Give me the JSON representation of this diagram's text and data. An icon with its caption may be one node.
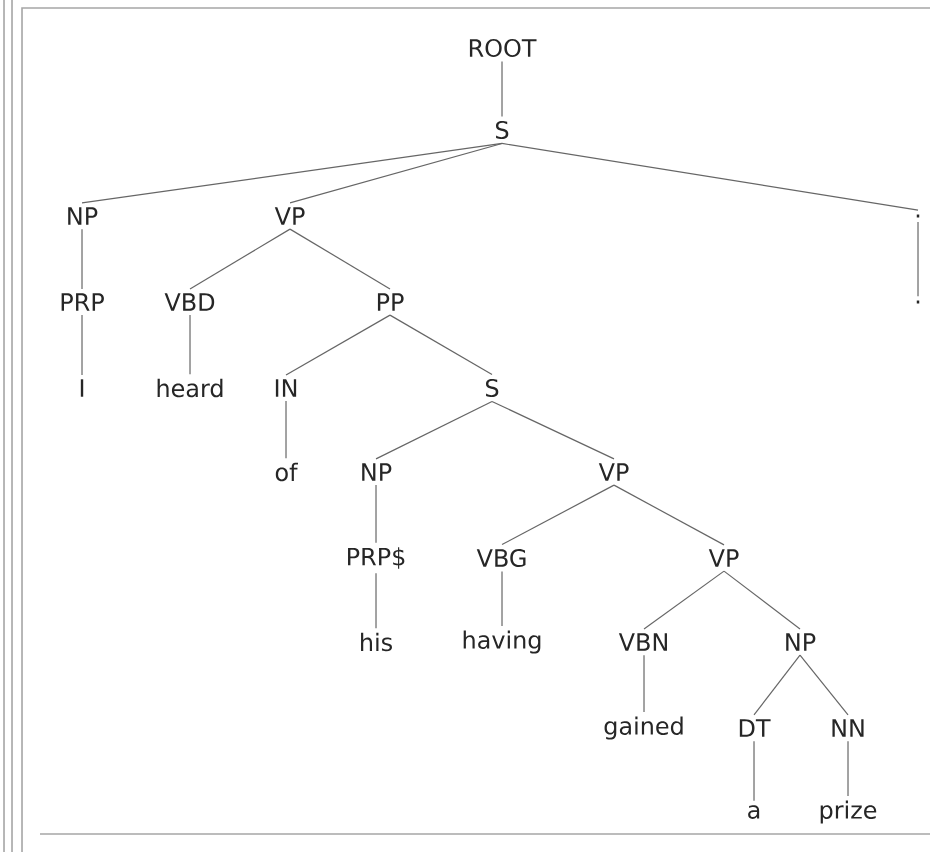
{
  "diagram": {
    "nodes": [
      {
        "text": [
          "ROOT"
        ]
      },
      {
        "text": [
          "S"
        ]
      },
      {
        "text": [
          "NP"
        ]
      },
      {
        "text": [
          "VP"
        ]
      },
      {
        "text": [
          "."
        ]
      },
      {
        "text": [
          "PRP"
        ]
      },
      {
        "text": [
          "VBD"
        ]
      },
      {
        "text": [
          "PP"
        ]
      },
      {
        "text": [
          "."
        ]
      },
      {
        "text": [
          "I"
        ]
      },
      {
        "text": [
          "heard"
        ]
      },
      {
        "text": [
          "IN"
        ]
      },
      {
        "text": [
          "S"
        ]
      },
      {
        "text": [
          "of"
        ]
      },
      {
        "text": [
          "NP"
        ]
      },
      {
        "text": [
          "VP"
        ]
      },
      {
        "text": [
          "PRP$"
        ]
      },
      {
        "text": [
          "VBG"
        ]
      },
      {
        "text": [
          "VP"
        ]
      },
      {
        "text": [
          "his"
        ]
      },
      {
        "text": [
          "having"
        ]
      },
      {
        "text": [
          "VBN"
        ]
      },
      {
        "text": [
          "NP"
        ]
      },
      {
        "text": [
          "gained"
        ]
      },
      {
        "text": [
          "DT"
        ]
      },
      {
        "text": [
          "NN"
        ]
      },
      {
        "text": [
          "a"
        ]
      },
      {
        "text": [
          "prize"
        ]
      }
    ],
    "edges": [
      {
        "from": 0,
        "to": 1,
        "arrow": "none"
      },
      {
        "from": 1,
        "to": 2,
        "arrow": "none"
      },
      {
        "from": 1,
        "to": 3,
        "arrow": "none"
      },
      {
        "from": 1,
        "to": 4,
        "arrow": "none"
      },
      {
        "from": 2,
        "to": 5,
        "arrow": "none"
      },
      {
        "from": 3,
        "to": 6,
        "arrow": "none"
      },
      {
        "from": 3,
        "to": 7,
        "arrow": "none"
      },
      {
        "from": 4,
        "to": 8,
        "arrow": "none"
      },
      {
        "from": 5,
        "to": 9,
        "arrow": "none"
      },
      {
        "from": 6,
        "to": 10,
        "arrow": "none"
      },
      {
        "from": 7,
        "to": 11,
        "arrow": "none"
      },
      {
        "from": 7,
        "to": 12,
        "arrow": "none"
      },
      {
        "from": 11,
        "to": 13,
        "arrow": "none"
      },
      {
        "from": 12,
        "to": 14,
        "arrow": "none"
      },
      {
        "from": 12,
        "to": 15,
        "arrow": "none"
      },
      {
        "from": 14,
        "to": 16,
        "arrow": "none"
      },
      {
        "from": 15,
        "to": 17,
        "arrow": "none"
      },
      {
        "from": 15,
        "to": 18,
        "arrow": "none"
      },
      {
        "from": 16,
        "to": 19,
        "arrow": "none"
      },
      {
        "from": 17,
        "to": 20,
        "arrow": "none"
      },
      {
        "from": 18,
        "to": 21,
        "arrow": "none"
      },
      {
        "from": 18,
        "to": 22,
        "arrow": "none"
      },
      {
        "from": 21,
        "to": 23,
        "arrow": "none"
      },
      {
        "from": 22,
        "to": 24,
        "arrow": "none"
      },
      {
        "from": 22,
        "to": 25,
        "arrow": "none"
      },
      {
        "from": 24,
        "to": 26,
        "arrow": "none"
      },
      {
        "from": 25,
        "to": 27,
        "arrow": "none"
      }
    ]
  }
}
